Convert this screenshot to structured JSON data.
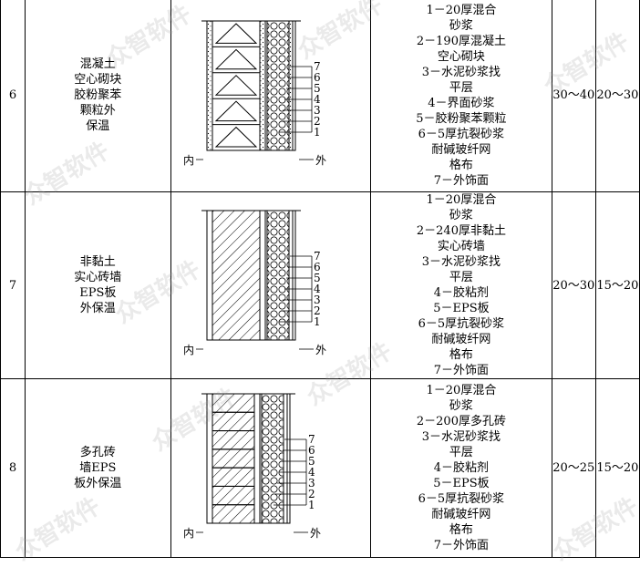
{
  "rows": [
    {
      "no": "6",
      "name": [
        "混凝土",
        "空心砌块",
        "胶粉聚苯",
        "颗粒外",
        "保温"
      ],
      "figure": {
        "inside": "内",
        "outside": "外",
        "layers": [
          "7",
          "6",
          "5",
          "4",
          "3",
          "2",
          "1"
        ]
      },
      "desc": [
        "1－20厚混合",
        "砂浆",
        "2－190厚混凝土",
        "空心砌块",
        "3－水泥砂浆找",
        "平层",
        "4－界面砂浆",
        "5－胶粉聚苯颗粒",
        "6－5厚抗裂砂浆",
        "耐碱玻纤网",
        "格布",
        "7－外饰面"
      ],
      "val1": "30～40",
      "val2": "20～30"
    },
    {
      "no": "7",
      "name": [
        "非黏土",
        "实心砖墙",
        "EPS板",
        "外保温"
      ],
      "figure": {
        "inside": "内",
        "outside": "外",
        "layers": [
          "7",
          "6",
          "5",
          "4",
          "3",
          "2",
          "1"
        ]
      },
      "desc": [
        "1－20厚混合",
        "砂浆",
        "2－240厚非黏土",
        "实心砖墙",
        "3－水泥砂浆找",
        "平层",
        "4－胶粘剂",
        "5－EPS板",
        "6－5厚抗裂砂浆",
        "耐碱玻纤网",
        "格布",
        "7－外饰面"
      ],
      "val1": "20～30",
      "val2": "15～20"
    },
    {
      "no": "8",
      "name": [
        "多孔砖",
        "墙EPS",
        "板外保温"
      ],
      "figure": {
        "inside": "内",
        "outside": "外",
        "layers": [
          "7",
          "6",
          "5",
          "4",
          "3",
          "2",
          "1"
        ]
      },
      "desc": [
        "1－20厚混合",
        "砂浆",
        "2－200厚多孔砖",
        "3－水泥砂浆找",
        "平层",
        "4－胶粘剂",
        "5－EPS板",
        "6－5厚抗裂砂浆",
        "耐碱玻纤网",
        "格布",
        "7－外饰面"
      ],
      "val1": "20～25",
      "val2": "15～20"
    }
  ],
  "watermark": {
    "text": "众智软件",
    "url": "http://www.gisroad.com"
  }
}
